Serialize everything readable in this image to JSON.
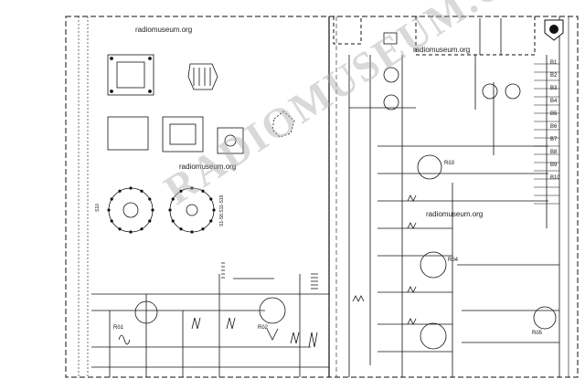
{
  "watermark": {
    "big_text": "RADIOMUSEUM.ORG",
    "url_labels": [
      "radiomuseum.org",
      "radiomuseum.org",
      "radiomuseum.org",
      "radiomuseum.org"
    ]
  },
  "switch_labels": {
    "wafer_switch": "S1-S8.S11-S19",
    "bank_label": "S10"
  },
  "tube_labels": [
    "Rö1",
    "Rö2",
    "Rö3",
    "Rö4",
    "Rö5"
  ],
  "connector_labels": [
    "B1",
    "B2",
    "B3",
    "B4",
    "B5",
    "B6",
    "B7",
    "B8",
    "B9",
    "B10"
  ],
  "colors": {
    "ink": "#111111",
    "paper": "#ffffff",
    "watermark": "#aaaaaa"
  }
}
